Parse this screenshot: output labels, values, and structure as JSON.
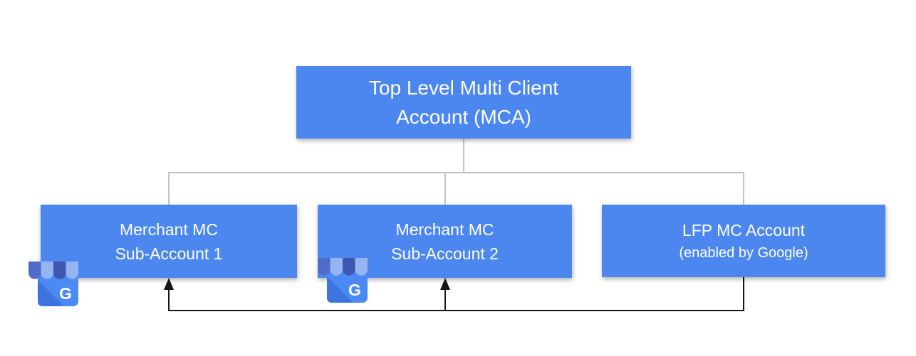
{
  "colors": {
    "background": "#ffffff",
    "node_fill": "#4c87f0",
    "node_text": "#ffffff",
    "tree_connector": "#c4c4c4",
    "arrow": "#161616",
    "gmb_body": "#4b8af4",
    "gmb_body_shade": "#3d74e0",
    "gmb_awning_dark1": "#4e6cc8",
    "gmb_awning_dark2": "#4156b0",
    "gmb_awning_light": "#94b4f2",
    "gmb_letter": "#ffffff"
  },
  "nodes": {
    "mca": {
      "line1": "Top Level Multi Client",
      "line2": "Account (MCA)"
    },
    "sub1": {
      "line1": "Merchant MC",
      "line2": "Sub-Account 1"
    },
    "sub2": {
      "line1": "Merchant MC",
      "line2": "Sub-Account 2"
    },
    "lfp": {
      "line1": "LFP MC Account",
      "line2": "(enabled by Google)"
    }
  },
  "icons": {
    "sub1_badge": "google-my-business-icon",
    "sub2_badge": "google-my-business-icon",
    "gmb_letter_glyph": "G"
  }
}
